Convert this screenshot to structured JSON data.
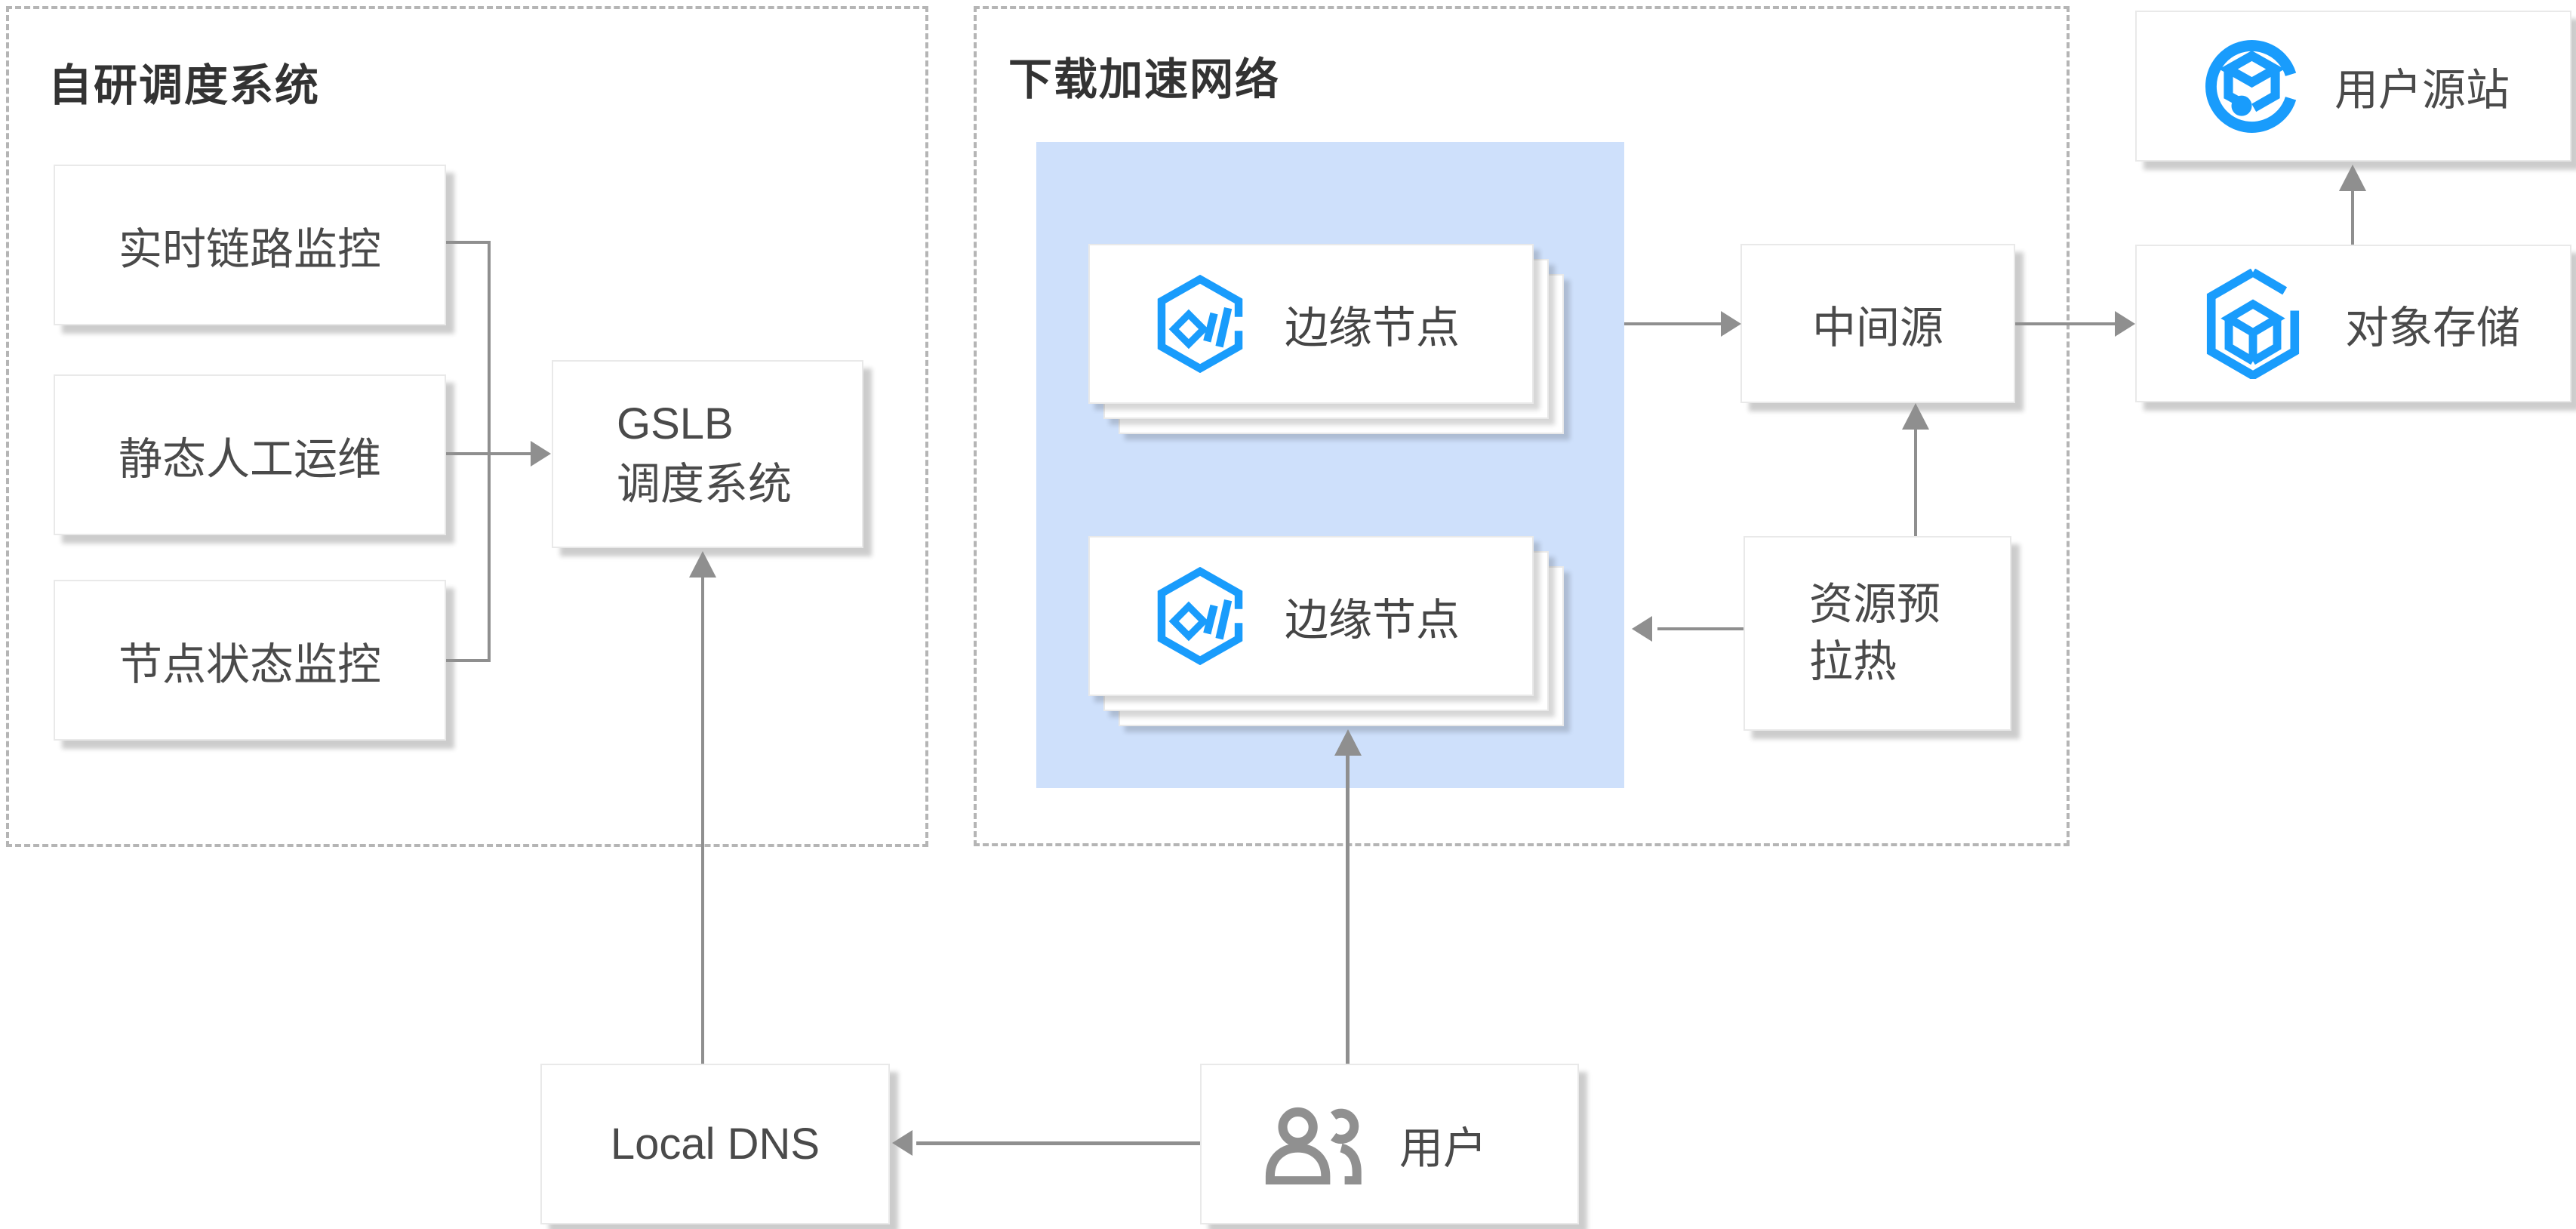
{
  "left_panel": {
    "title": "自研调度系统",
    "boxes": [
      "实时链路监控",
      "静态人工运维",
      "节点状态监控"
    ],
    "gslb": {
      "line1": "GSLB",
      "line2": "调度系统"
    }
  },
  "middle_panel": {
    "title": "下载加速网络",
    "edge_nodes": [
      "边缘节点",
      "边缘节点"
    ],
    "mid_source": "中间源",
    "prewarm": {
      "line1": "资源预",
      "line2": "拉热"
    }
  },
  "right_column": {
    "user_origin": "用户源站",
    "object_storage": "对象存储"
  },
  "bottom_row": {
    "local_dns": "Local DNS",
    "user": "用户"
  },
  "icons": {
    "edge_node": "edge-node-hexagon-signal-icon",
    "user_origin": "origin-server-circle-cube-icon",
    "object_storage": "cos-hexagon-cube-icon",
    "user": "users-icon"
  },
  "colors": {
    "accent_blue": "#199CFC",
    "panel_blue": "#CEE0FB",
    "line_gray": "#8F8F8F",
    "text": "#4A4A4A",
    "title_text": "#333333",
    "dashed_border": "#B5B5B5"
  }
}
